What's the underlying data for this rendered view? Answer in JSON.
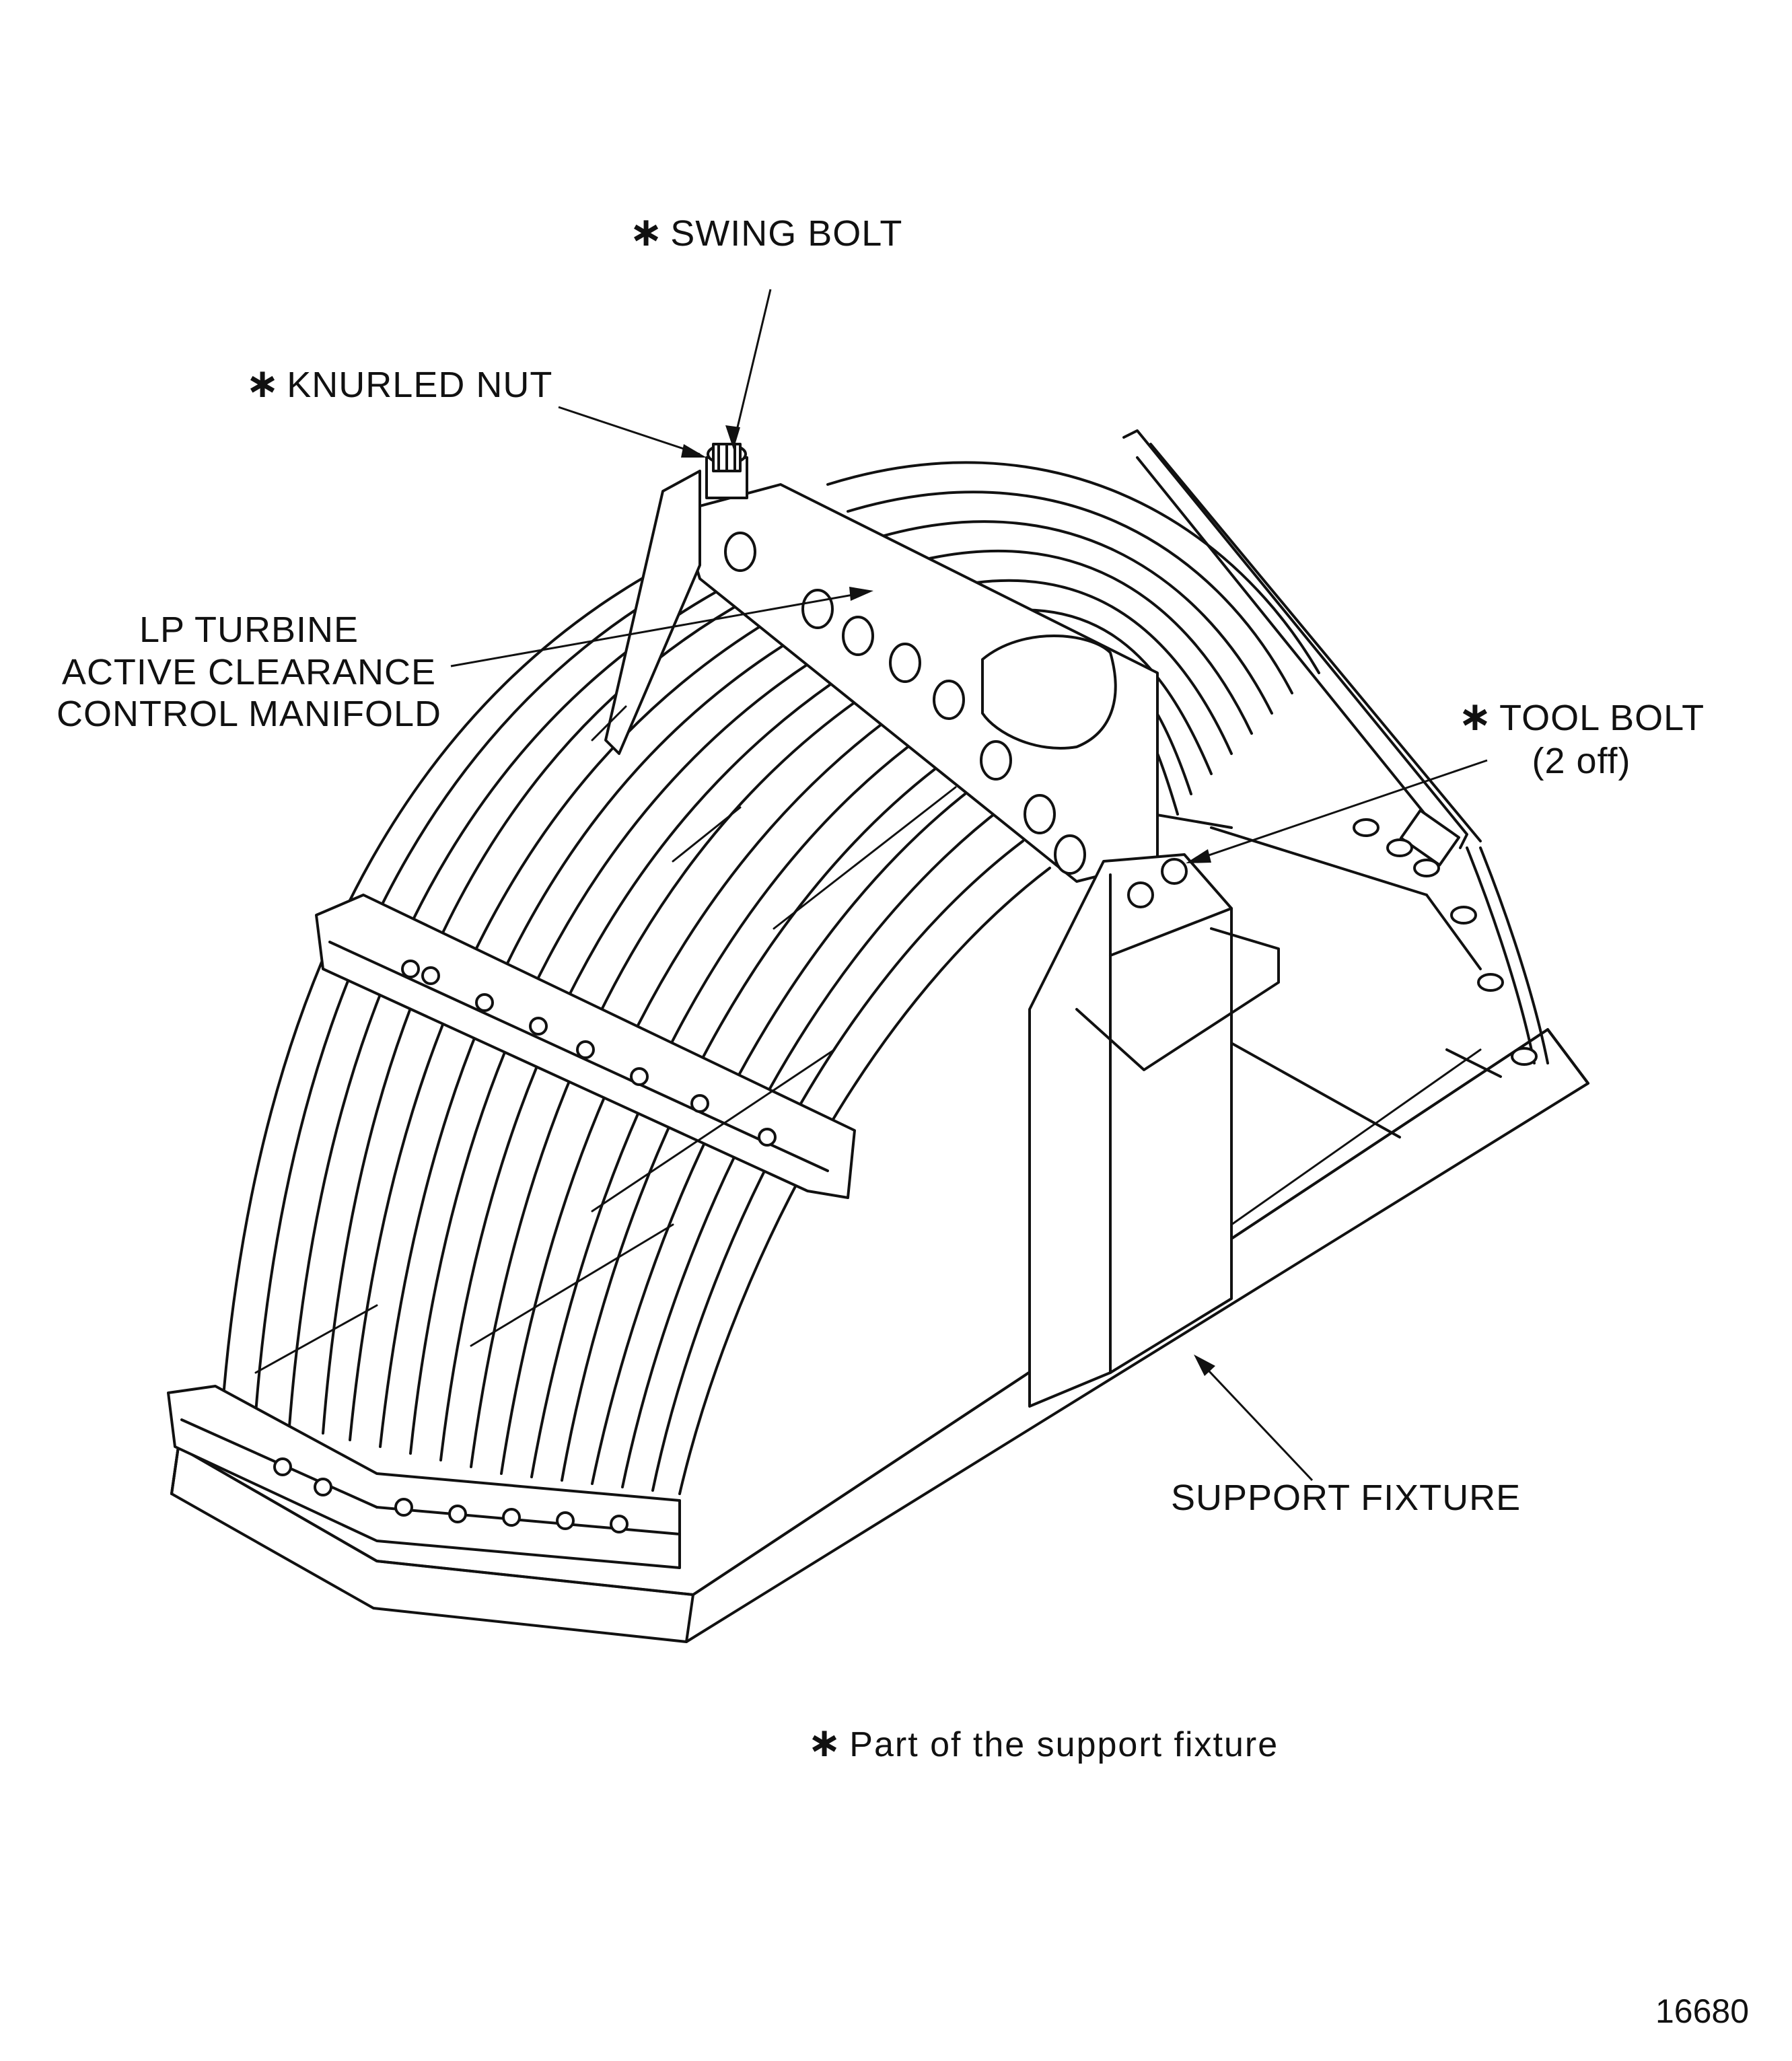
{
  "labels": {
    "swing_bolt": "SWING BOLT",
    "knurled_nut": "KNURLED NUT",
    "manifold_line1": "LP TURBINE",
    "manifold_line2": "ACTIVE CLEARANCE",
    "manifold_line3": "CONTROL MANIFOLD",
    "tool_bolt": "TOOL BOLT",
    "tool_bolt_qty": "(2 off)",
    "support_fixture": "SUPPORT FIXTURE"
  },
  "asterisk": "∗",
  "footnote": "Part of the support fixture",
  "figure_number": "16680",
  "colors": {
    "ink": "#111111",
    "paper": "#ffffff"
  }
}
